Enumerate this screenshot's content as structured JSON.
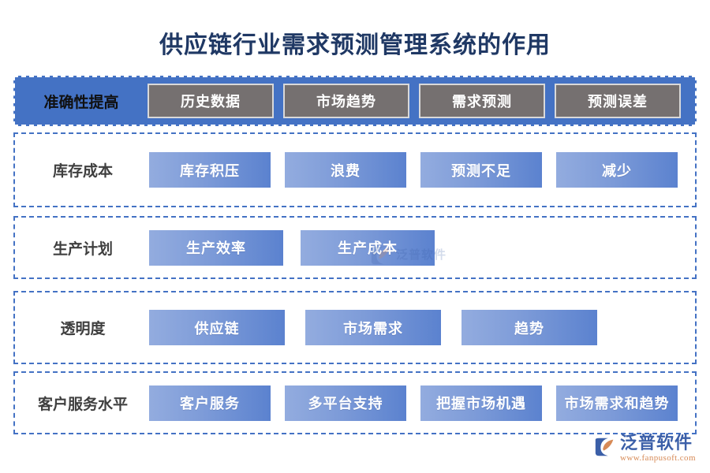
{
  "title": "供应链行业需求预测管理系统的作用",
  "colors": {
    "title_blue": "#1f3864",
    "header_blue": "#4472c4",
    "dashed_border": "#4472c4",
    "chip_gray": "#757070",
    "chip_blue_light": "#93acdf",
    "chip_blue_dark": "#5b82cf",
    "label_gray": "#3f3f3f",
    "logo_blue": "#3b5fa8",
    "logo_orange": "#d78a56"
  },
  "rows": [
    {
      "label": "准确性提高",
      "style": "header",
      "items": [
        "历史数据",
        "市场趋势",
        "需求预测",
        "预测误差"
      ]
    },
    {
      "label": "库存成本",
      "style": "dashed",
      "items": [
        "库存积压",
        "浪费",
        "预测不足",
        "减少"
      ]
    },
    {
      "label": "生产计划",
      "style": "dashed",
      "items": [
        "生产效率",
        "生产成本"
      ]
    },
    {
      "label": "透明度",
      "style": "dashed",
      "items": [
        "供应链",
        "市场需求",
        "趋势"
      ]
    },
    {
      "label": "客户服务水平",
      "style": "dashed",
      "items": [
        "客户服务",
        "多平台支持",
        "把握市场机遇",
        "市场需求和趋势"
      ]
    }
  ],
  "watermark": {
    "text": "泛普软件"
  },
  "logo": {
    "name": "泛普软件",
    "url": "www.fanpusoft.com"
  }
}
